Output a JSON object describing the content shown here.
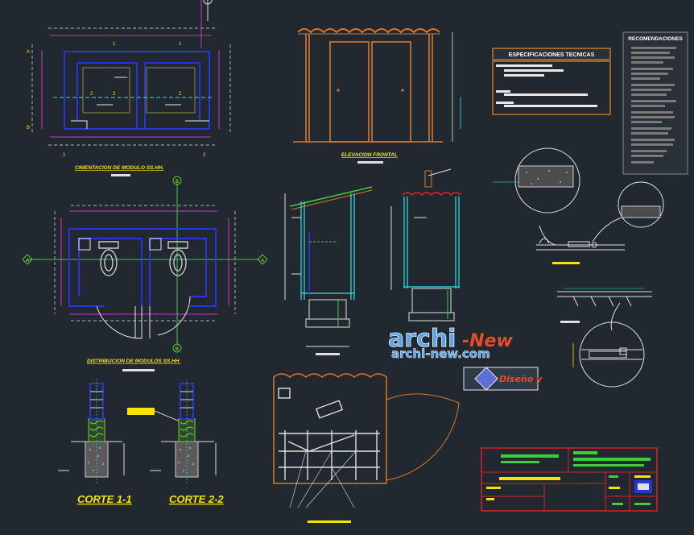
{
  "labels": {
    "plan_cimentacion": "CIMENTACION DE MODULO SS.HH.",
    "plan_distribucion": "DISTRIBUCION DE MODULOS SS.HH.",
    "elevacion": "ELEVACION FRONTAL",
    "corte_1": "CORTE 1-1",
    "corte_2": "CORTE 2-2",
    "especificaciones": "ESPECIFICACIONES TECNICAS",
    "recomendaciones": "RECOMENDACIONES",
    "axis_a": "A",
    "axis_b": "B",
    "axis_1": "1",
    "axis_2": "2"
  },
  "watermark": {
    "brand_a": "archi",
    "brand_b": "-New",
    "url": "archi-new.com",
    "logo_name": "Diseño y"
  },
  "colors": {
    "background": "#212830",
    "walls": "#2a35d8",
    "text_yellow": "#f2e600",
    "dimension_cyan": "#2ee6e6",
    "axis_green": "#3ccf3c",
    "roof_orange": "#d9782b",
    "frame_red": "#d4232a",
    "spec_border": "#e88a2a"
  }
}
